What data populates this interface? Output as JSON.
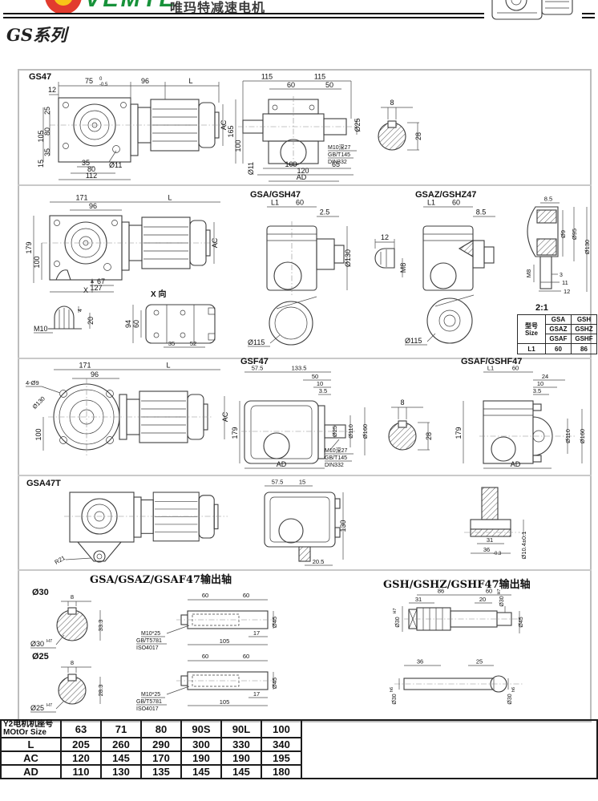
{
  "header": {
    "brand_en": "VEMTE",
    "brand_cn": "唯玛特减速电机",
    "series": "GS系列"
  },
  "s1": {
    "label": "GS47",
    "a": {
      "d12": "12",
      "d75": "75",
      "tol_top": "0",
      "tol_bot": "-0.5",
      "d96": "96",
      "dL": "L",
      "d25": "25",
      "d105": "105",
      "d80": "80",
      "d35": "35",
      "d15": "15",
      "b35": "35",
      "b80": "80",
      "b112": "112",
      "o11": "Ø11",
      "ac": "AC"
    },
    "b": {
      "d115a": "115",
      "d115b": "115",
      "d60": "60",
      "d50": "50",
      "o25": "Ø25",
      "d165": "165",
      "d100l": "100",
      "o11": "Ø11",
      "d100": "100",
      "d65": "65",
      "d120": "120",
      "ad": "AD",
      "n1": "M10深27",
      "n2": "GB/T145",
      "n3": "DIN332"
    },
    "c": {
      "d8": "8",
      "d28": "28"
    }
  },
  "s2": {
    "a": {
      "d171": "171",
      "d96": "96",
      "dL": "L",
      "d179": "179",
      "d100": "100",
      "d67": "67",
      "d127": "127",
      "x": "X",
      "ac": "AC"
    },
    "plug": {
      "m10": "M10",
      "d4": "4",
      "d20": "20"
    },
    "xv": {
      "t": "X 向",
      "d94": "94",
      "d60": "60",
      "d35": "35",
      "d52": "52"
    },
    "mid": {
      "t": "GSA/GSH47",
      "l1": "L1",
      "d60": "60",
      "d25": "2.5",
      "o130": "Ø130",
      "o115": "Ø115"
    },
    "m8": {
      "d12": "12",
      "m8": "M8"
    },
    "right": {
      "t": "GSAZ/GSHZ47",
      "l1": "L1",
      "d60": "60",
      "d85": "8.5",
      "o115": "Ø115"
    },
    "det": {
      "d85": "8.5",
      "o95": "Ø95",
      "o9": "Ø9",
      "o130": "Ø130",
      "d3": "3",
      "d11": "11",
      "d12": "12",
      "m8": "M8",
      "scale": "2:1"
    },
    "tbl": {
      "h1": "型号",
      "h2": "Size",
      "r1c1": "GSA",
      "r1c2": "GSH",
      "r2c1": "GSAZ",
      "r2c2": "GSHZ",
      "r3c1": "GSAF",
      "r3c2": "GSHF",
      "l1": "L1",
      "v1": "60",
      "v2": "86"
    }
  },
  "s3": {
    "a": {
      "o9": "4-Ø9",
      "o130": "Ø130",
      "d171": "171",
      "d96": "96",
      "dL": "L",
      "d100": "100",
      "ac": "AC"
    },
    "mid": {
      "t": "GSF47",
      "d575": "57.5",
      "d1335": "133.5",
      "d50": "50",
      "d10": "10",
      "d35": "3.5",
      "o25": "Ø25",
      "o110": "Ø110",
      "o160": "Ø160",
      "d179": "179",
      "ad": "AD",
      "n1": "M10深27",
      "n2": "GB/T145",
      "n3": "DIN332"
    },
    "key": {
      "d8": "8",
      "d28": "28"
    },
    "right": {
      "t": "GSAF/GSHF47",
      "l1": "L1",
      "d60": "60",
      "d24": "24",
      "d10": "10",
      "d35": "3.5",
      "d179": "179",
      "o110": "Ø110",
      "o160": "Ø160",
      "ad": "AD"
    }
  },
  "s4": {
    "label": "GSA47T",
    "r21": "R21",
    "mid": {
      "d575": "57.5",
      "d15": "15",
      "d130": "130",
      "d205": "20.5"
    },
    "bush": {
      "d31": "31",
      "d36": "36",
      "tol": "-0.3",
      "d104": "Ø10.4±0.1"
    }
  },
  "s5": {
    "lt": "GSA/GSAZ/GSAF47输出轴",
    "rt": "GSH/GSHZ/GSHF47输出轴",
    "d30": {
      "l": "Ø30",
      "d8": "8",
      "d333": "33.3",
      "o30": "Ø30",
      "sup": "H7"
    },
    "sh30": {
      "d60a": "60",
      "d60b": "60",
      "d17": "17",
      "d105": "105",
      "o45": "Ø45",
      "n1": "M10*25",
      "n2": "GB/T5781",
      "n3": "ISO4017"
    },
    "d25": {
      "l": "Ø25",
      "d8": "8",
      "d283": "28.3",
      "o25": "Ø25",
      "sup": "H7"
    },
    "sh25": {
      "d60a": "60",
      "d60b": "60",
      "d17": "17",
      "d105": "105",
      "o45": "Ø45",
      "n1": "M10*25",
      "n2": "GB/T5781",
      "n3": "ISO4017"
    },
    "rtop": {
      "o30l": "Ø30",
      "supl": "H7",
      "d86": "86",
      "d60": "60",
      "d31": "31",
      "d20": "20",
      "o30r": "Ø30",
      "supr": "H7",
      "o45": "Ø45"
    },
    "rbot": {
      "d36": "36",
      "d25": "25",
      "o30l": "Ø30",
      "subl": "h6",
      "o30r": "Ø30",
      "subr": "h6"
    }
  },
  "mtable": {
    "h1": "Y2电机机座号",
    "h2": "MOtOr Size",
    "sizes": [
      "63",
      "71",
      "80",
      "90S",
      "90L",
      "100"
    ],
    "rows": [
      {
        "name": "L",
        "v": [
          "205",
          "260",
          "290",
          "300",
          "330",
          "340"
        ]
      },
      {
        "name": "AC",
        "v": [
          "120",
          "145",
          "170",
          "190",
          "190",
          "195"
        ]
      },
      {
        "name": "AD",
        "v": [
          "110",
          "130",
          "135",
          "145",
          "145",
          "180"
        ]
      }
    ]
  }
}
